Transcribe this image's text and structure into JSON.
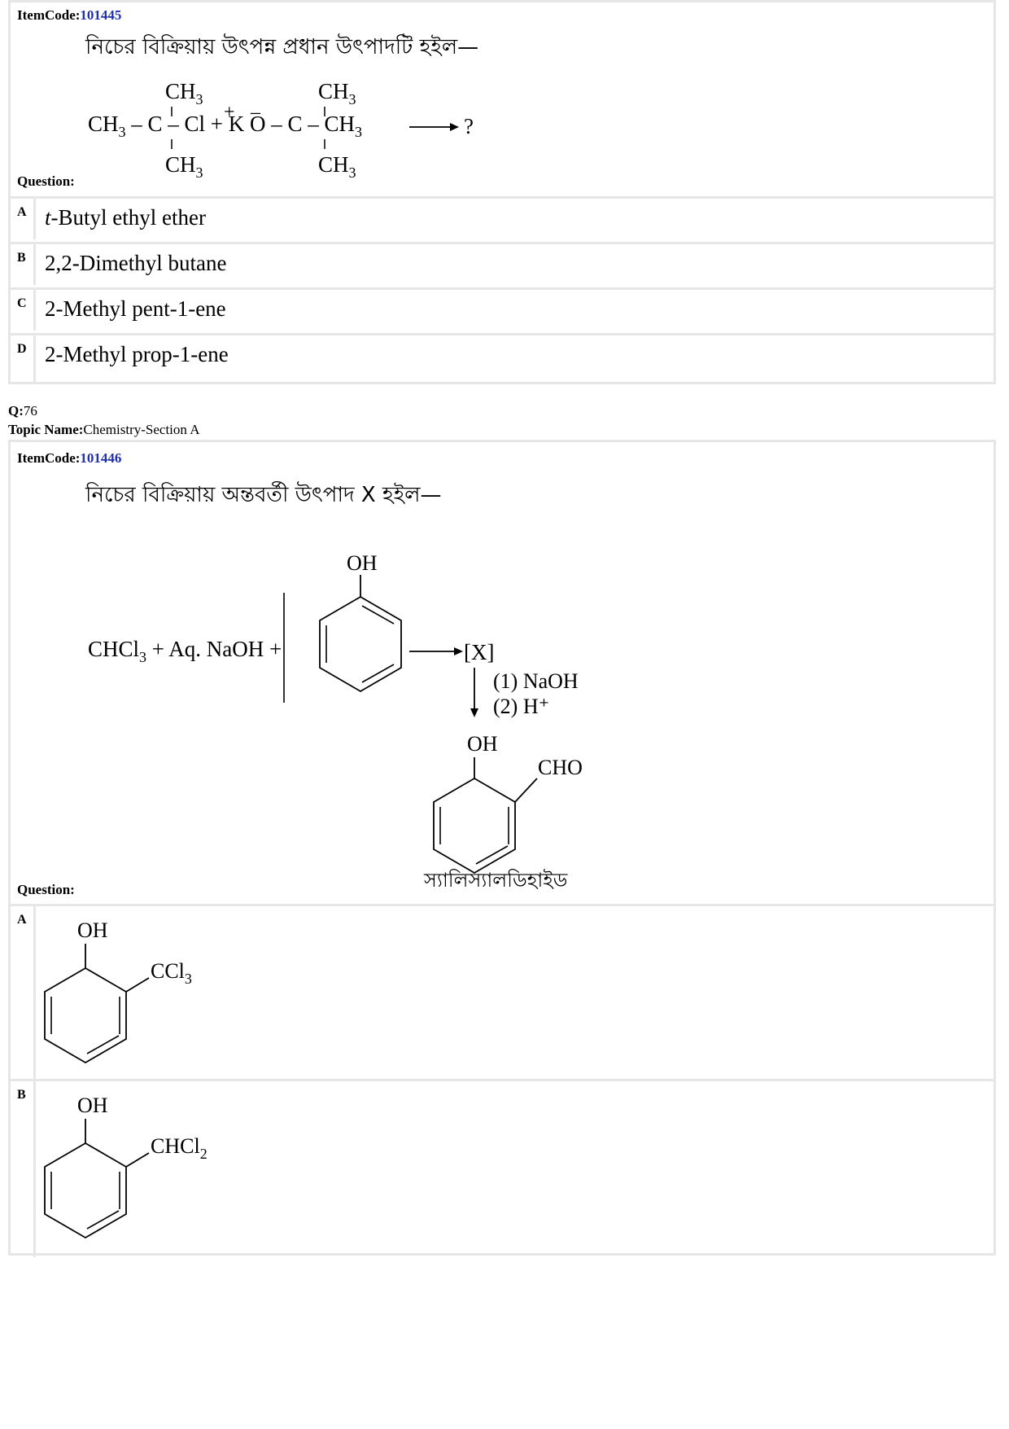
{
  "q75": {
    "item_code_label": "ItemCode:",
    "item_code": "101445",
    "stem": "নিচের বিক্রিয়ায় উৎপন্ন প্রধান উৎপাদটি হইল—",
    "question_label": "Question:",
    "reaction": {
      "left_top": "CH₃",
      "left_mid": "CH₃ – C – Cl + K O – C – CH₃",
      "left_bottom": "CH₃",
      "plus_charge": "+",
      "minus_charge": "–",
      "result": "?"
    },
    "options": [
      {
        "letter": "A",
        "text": "t-Butyl ethyl ether"
      },
      {
        "letter": "B",
        "text": "2,2-Dimethyl butane"
      },
      {
        "letter": "C",
        "text": "2-Methyl pent-1-ene"
      },
      {
        "letter": "D",
        "text": "2-Methyl prop-1-ene"
      }
    ]
  },
  "q76": {
    "q_label": "Q:",
    "q_number": "76",
    "topic_label": "Topic Name:",
    "topic": "Chemistry-Section A",
    "item_code_label": "ItemCode:",
    "item_code": "101446",
    "stem": "নিচের বিক্রিয়ায় অন্তবর্তী উৎপাদ  X  হইল—",
    "question_label": "Question:",
    "scheme": {
      "reagents": "CHCl₃ + Aq. NaOH +",
      "oh": "OH",
      "intermediate": "[X]",
      "step1": "(1) NaOH",
      "step2": "(2) H⁺",
      "product_oh": "OH",
      "product_cho": "CHO",
      "product_name": "স্যালিস্যালডিহাইড"
    },
    "options": [
      {
        "letter": "A",
        "oh": "OH",
        "group": "CCl₃"
      },
      {
        "letter": "B",
        "oh": "OH",
        "group": "CHCl₂"
      }
    ]
  }
}
